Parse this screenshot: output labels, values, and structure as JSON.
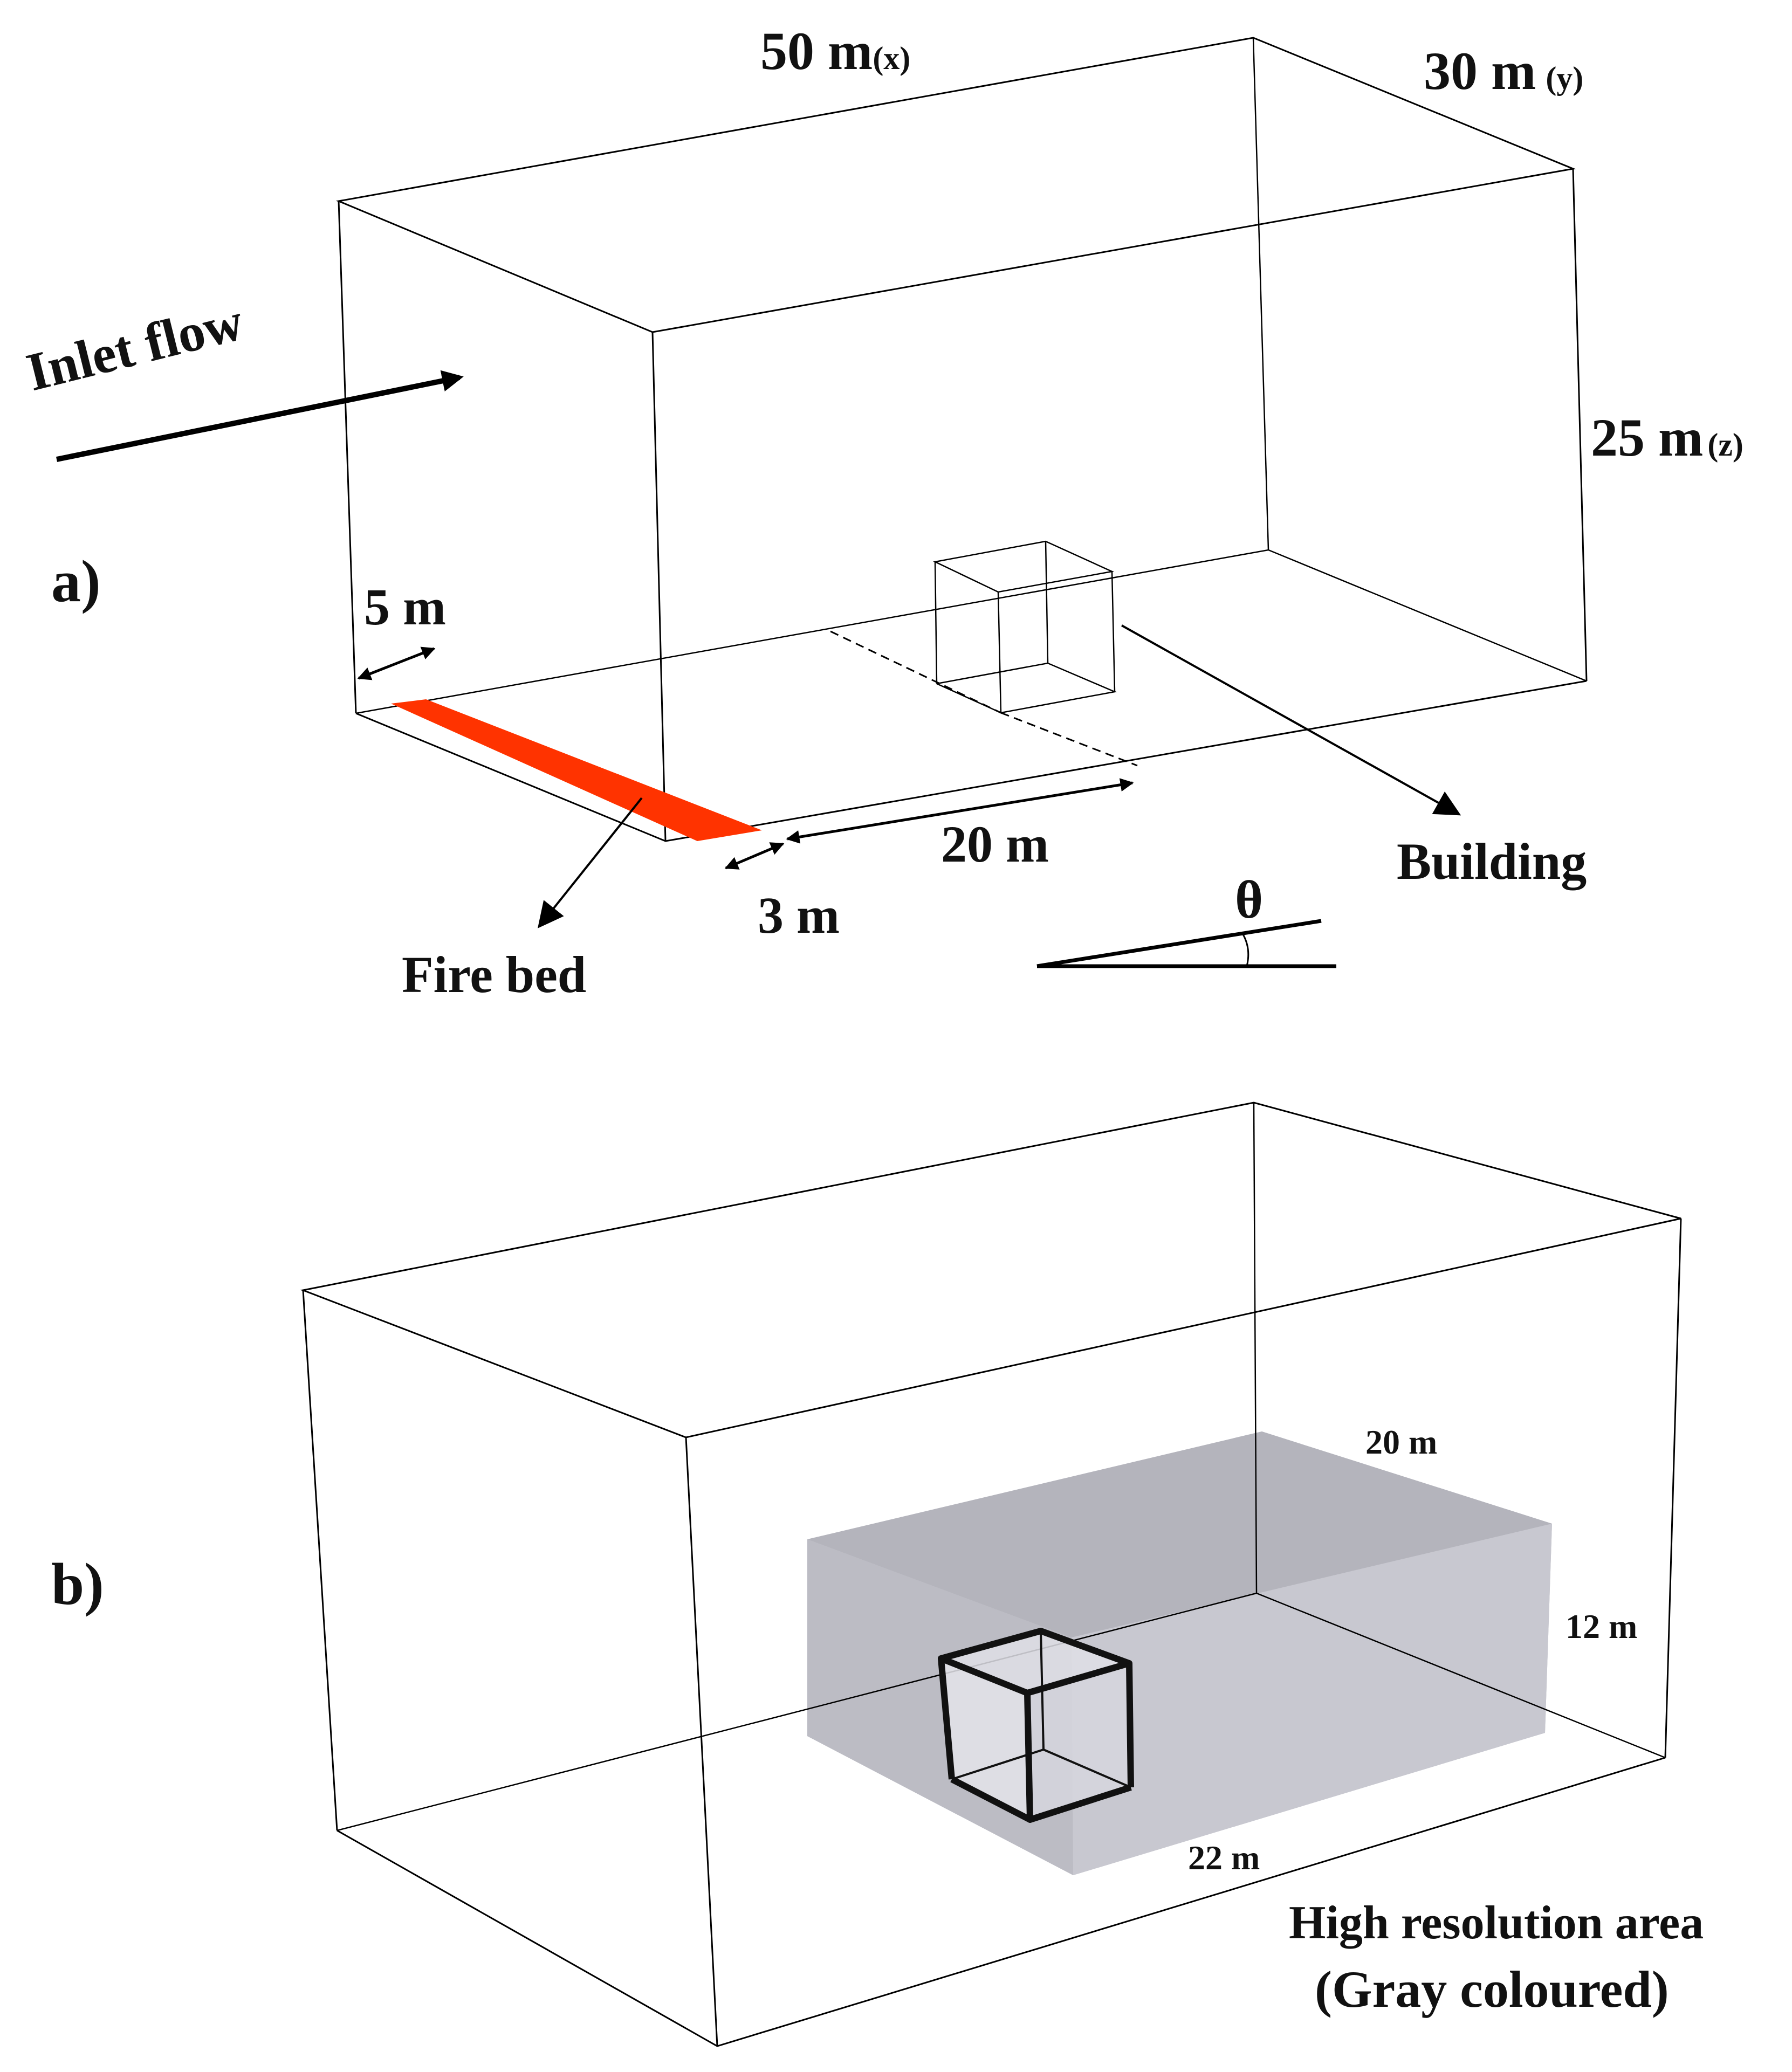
{
  "panel_a": {
    "panel_label": "a)",
    "domain_length": "50 m",
    "domain_length_axis": "(x)",
    "domain_width": "30 m",
    "domain_width_axis": "(y)",
    "domain_height": "25 m",
    "domain_height_axis": "(z)",
    "inlet_label": "Inlet flow",
    "inlet_offset": "5 m",
    "firebed_width": "3 m",
    "firebed_to_building": "20 m",
    "firebed_label": "Fire bed",
    "building_label": "Building",
    "angle_symbol": "θ",
    "firebed_color": "#ff3300"
  },
  "panel_b": {
    "panel_label": "b)",
    "region_width": "20 m",
    "region_height": "12 m",
    "region_length": "22 m",
    "caption_line1": "High resolution area",
    "caption_line2": "(Gray coloured)",
    "region_color": "#b9b9c1"
  }
}
